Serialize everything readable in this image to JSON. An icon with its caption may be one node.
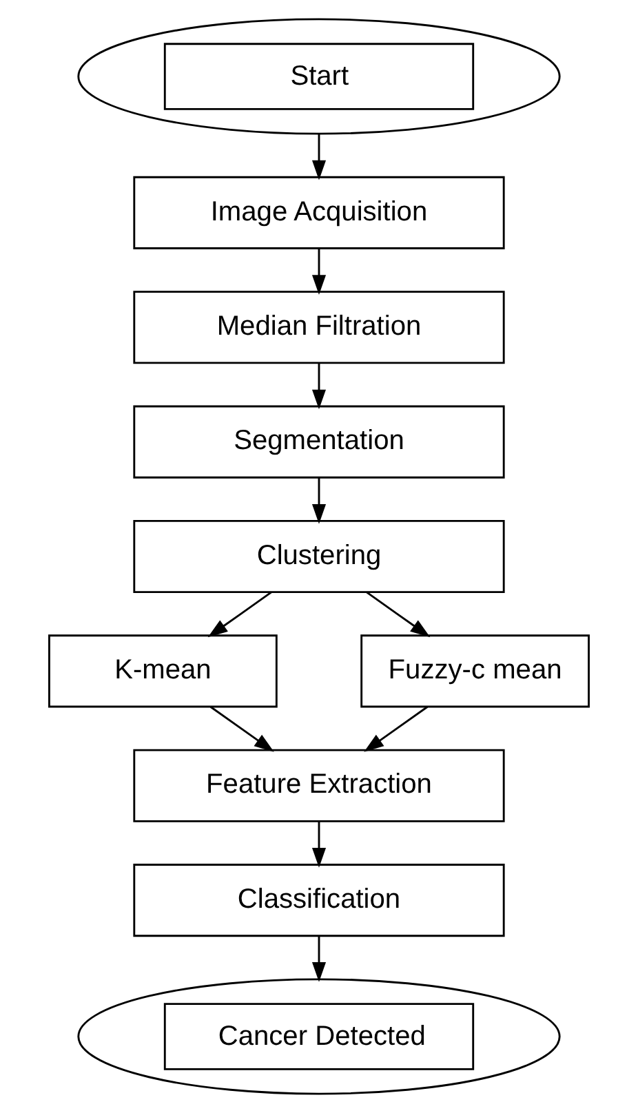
{
  "diagram": {
    "nodes": [
      {
        "text": [
          "Start"
        ]
      },
      {
        "text": [
          "Image Acquisition"
        ]
      },
      {
        "text": [
          "Median Filtration"
        ]
      },
      {
        "text": [
          "Segmentation"
        ]
      },
      {
        "text": [
          "Clustering"
        ]
      },
      {
        "text": [
          "K-mean"
        ]
      },
      {
        "text": [
          "Fuzzy-c mean"
        ]
      },
      {
        "text": [
          "Feature Extraction"
        ]
      },
      {
        "text": [
          "Classification"
        ]
      },
      {
        "text": [
          "Cancer Detected"
        ]
      }
    ],
    "edges": [
      {
        "from": 0,
        "to": 1,
        "arrow": "to"
      },
      {
        "from": 1,
        "to": 2,
        "arrow": "to"
      },
      {
        "from": 2,
        "to": 3,
        "arrow": "to"
      },
      {
        "from": 3,
        "to": 4,
        "arrow": "to"
      },
      {
        "from": 4,
        "to": 5,
        "arrow": "to"
      },
      {
        "from": 4,
        "to": 6,
        "arrow": "to"
      },
      {
        "from": 5,
        "to": 7,
        "arrow": "to"
      },
      {
        "from": 6,
        "to": 7,
        "arrow": "to"
      },
      {
        "from": 7,
        "to": 8,
        "arrow": "to"
      },
      {
        "from": 8,
        "to": 9,
        "arrow": "to"
      }
    ]
  }
}
